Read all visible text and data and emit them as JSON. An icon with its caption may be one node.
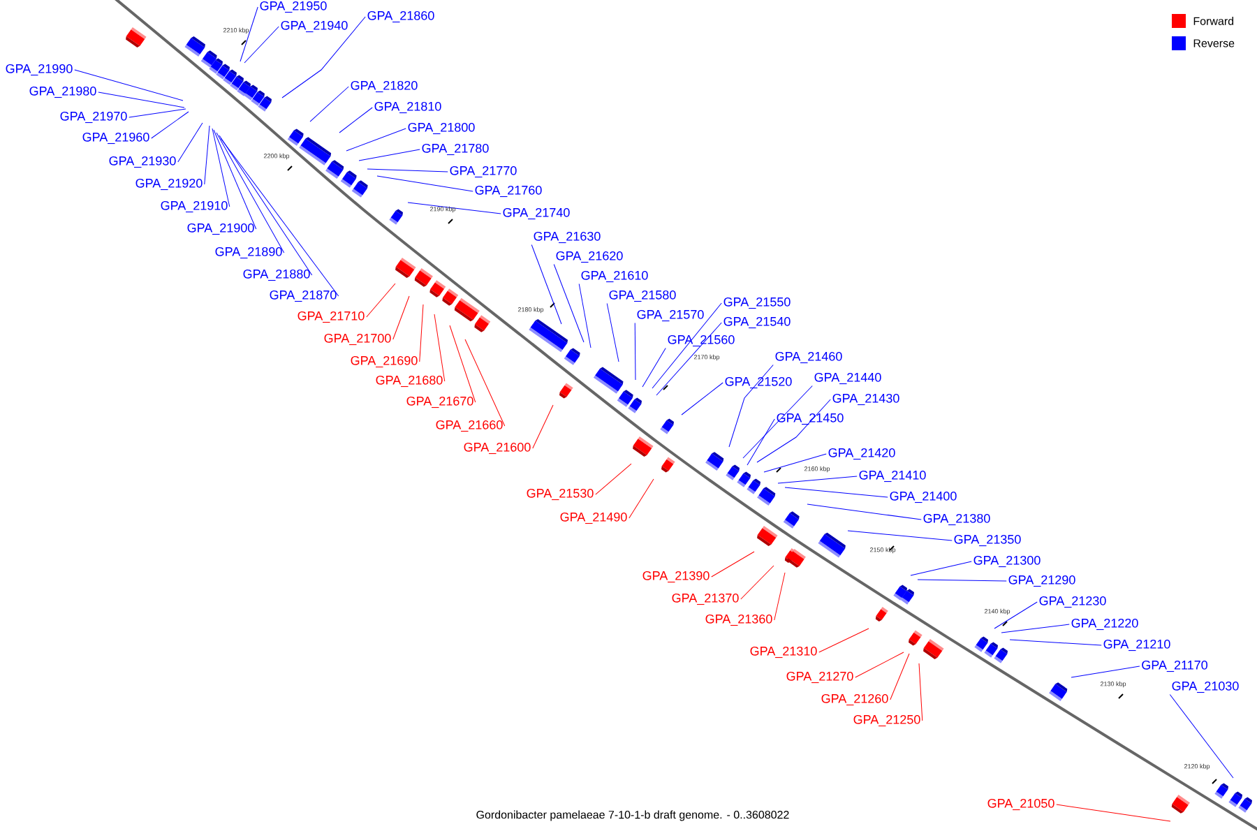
{
  "diagram": {
    "caption": "Gordonibacter pamelaeae 7-10-1-b draft genome. - 0..3608022",
    "nodes": [
      {
        "text": [
          "GPA_21950"
        ]
      },
      {
        "text": [
          "GPA_21940"
        ]
      },
      {
        "text": [
          "GPA_21860"
        ]
      },
      {
        "text": [
          "GPA_21990"
        ]
      },
      {
        "text": [
          "GPA_21980"
        ]
      },
      {
        "text": [
          "GPA_21970"
        ]
      },
      {
        "text": [
          "GPA_21960"
        ]
      },
      {
        "text": [
          "GPA_21930"
        ]
      },
      {
        "text": [
          "GPA_21920"
        ]
      },
      {
        "text": [
          "GPA_21910"
        ]
      },
      {
        "text": [
          "GPA_21900"
        ]
      },
      {
        "text": [
          "GPA_21890"
        ]
      },
      {
        "text": [
          "GPA_21880"
        ]
      },
      {
        "text": [
          "GPA_21870"
        ]
      },
      {
        "text": [
          "GPA_21820"
        ]
      },
      {
        "text": [
          "GPA_21810"
        ]
      },
      {
        "text": [
          "GPA_21800"
        ]
      },
      {
        "text": [
          "GPA_21780"
        ]
      },
      {
        "text": [
          "GPA_21770"
        ]
      },
      {
        "text": [
          "GPA_21760"
        ]
      },
      {
        "text": [
          "GPA_21740"
        ]
      },
      {
        "text": [
          "GPA_21630"
        ]
      },
      {
        "text": [
          "GPA_21620"
        ]
      },
      {
        "text": [
          "GPA_21610"
        ]
      },
      {
        "text": [
          "GPA_21580"
        ]
      },
      {
        "text": [
          "GPA_21570"
        ]
      },
      {
        "text": [
          "GPA_21550"
        ]
      },
      {
        "text": [
          "GPA_21540"
        ]
      },
      {
        "text": [
          "GPA_21560"
        ]
      },
      {
        "text": [
          "GPA_21520"
        ]
      },
      {
        "text": [
          "GPA_21460"
        ]
      },
      {
        "text": [
          "GPA_21440"
        ]
      },
      {
        "text": [
          "GPA_21430"
        ]
      },
      {
        "text": [
          "GPA_21450"
        ]
      },
      {
        "text": [
          "GPA_21420"
        ]
      },
      {
        "text": [
          "GPA_21410"
        ]
      },
      {
        "text": [
          "GPA_21400"
        ]
      },
      {
        "text": [
          "GPA_21380"
        ]
      },
      {
        "text": [
          "GPA_21350"
        ]
      },
      {
        "text": [
          "GPA_21300"
        ]
      },
      {
        "text": [
          "GPA_21290"
        ]
      },
      {
        "text": [
          "GPA_21230"
        ]
      },
      {
        "text": [
          "GPA_21220"
        ]
      },
      {
        "text": [
          "GPA_21210"
        ]
      },
      {
        "text": [
          "GPA_21170"
        ]
      },
      {
        "text": [
          "GPA_21030"
        ]
      },
      {
        "text": [
          "GPA_21710"
        ]
      },
      {
        "text": [
          "GPA_21700"
        ]
      },
      {
        "text": [
          "GPA_21690"
        ]
      },
      {
        "text": [
          "GPA_21680"
        ]
      },
      {
        "text": [
          "GPA_21670"
        ]
      },
      {
        "text": [
          "GPA_21660"
        ]
      },
      {
        "text": [
          "GPA_21600"
        ]
      },
      {
        "text": [
          "GPA_21530"
        ]
      },
      {
        "text": [
          "GPA_21490"
        ]
      },
      {
        "text": [
          "GPA_21390"
        ]
      },
      {
        "text": [
          "GPA_21370"
        ]
      },
      {
        "text": [
          "GPA_21360"
        ]
      },
      {
        "text": [
          "GPA_21310"
        ]
      },
      {
        "text": [
          "GPA_21270"
        ]
      },
      {
        "text": [
          "GPA_21260"
        ]
      },
      {
        "text": [
          "GPA_21250"
        ]
      },
      {
        "text": [
          "GPA_21050"
        ]
      }
    ],
    "edges": [
      {
        "from": 0,
        "to": null,
        "arrow": "none"
      },
      {
        "from": 1,
        "to": null,
        "arrow": "none"
      },
      {
        "from": 2,
        "to": null,
        "arrow": "none"
      },
      {
        "from": 3,
        "to": null,
        "arrow": "none"
      },
      {
        "from": 4,
        "to": null,
        "arrow": "none"
      },
      {
        "from": 5,
        "to": null,
        "arrow": "none"
      },
      {
        "from": 6,
        "to": null,
        "arrow": "none"
      },
      {
        "from": 7,
        "to": null,
        "arrow": "none"
      },
      {
        "from": 8,
        "to": null,
        "arrow": "none"
      },
      {
        "from": 9,
        "to": null,
        "arrow": "none"
      },
      {
        "from": 10,
        "to": null,
        "arrow": "none"
      },
      {
        "from": 11,
        "to": null,
        "arrow": "none"
      },
      {
        "from": 12,
        "to": null,
        "arrow": "none"
      },
      {
        "from": 13,
        "to": null,
        "arrow": "none"
      },
      {
        "from": 14,
        "to": null,
        "arrow": "none"
      },
      {
        "from": 15,
        "to": null,
        "arrow": "none"
      },
      {
        "from": 16,
        "to": null,
        "arrow": "none"
      },
      {
        "from": 17,
        "to": null,
        "arrow": "none"
      },
      {
        "from": 18,
        "to": null,
        "arrow": "none"
      },
      {
        "from": 19,
        "to": null,
        "arrow": "none"
      },
      {
        "from": 20,
        "to": null,
        "arrow": "none"
      },
      {
        "from": 21,
        "to": null,
        "arrow": "none"
      },
      {
        "from": 22,
        "to": null,
        "arrow": "none"
      },
      {
        "from": 23,
        "to": null,
        "arrow": "none"
      },
      {
        "from": 24,
        "to": null,
        "arrow": "none"
      },
      {
        "from": 25,
        "to": null,
        "arrow": "none"
      },
      {
        "from": 26,
        "to": null,
        "arrow": "none"
      },
      {
        "from": 27,
        "to": null,
        "arrow": "none"
      },
      {
        "from": 28,
        "to": null,
        "arrow": "none"
      },
      {
        "from": 29,
        "to": null,
        "arrow": "none"
      },
      {
        "from": 30,
        "to": null,
        "arrow": "none"
      },
      {
        "from": 31,
        "to": null,
        "arrow": "none"
      },
      {
        "from": 32,
        "to": null,
        "arrow": "none"
      },
      {
        "from": 33,
        "to": null,
        "arrow": "none"
      },
      {
        "from": 34,
        "to": null,
        "arrow": "none"
      },
      {
        "from": 35,
        "to": null,
        "arrow": "none"
      },
      {
        "from": 36,
        "to": null,
        "arrow": "none"
      },
      {
        "from": 37,
        "to": null,
        "arrow": "none"
      },
      {
        "from": 38,
        "to": null,
        "arrow": "none"
      },
      {
        "from": 39,
        "to": null,
        "arrow": "none"
      },
      {
        "from": 40,
        "to": null,
        "arrow": "none"
      },
      {
        "from": 41,
        "to": null,
        "arrow": "none"
      },
      {
        "from": 42,
        "to": null,
        "arrow": "none"
      },
      {
        "from": 43,
        "to": null,
        "arrow": "none"
      },
      {
        "from": 44,
        "to": null,
        "arrow": "none"
      },
      {
        "from": 45,
        "to": null,
        "arrow": "none"
      },
      {
        "from": 46,
        "to": null,
        "arrow": "none",
        "color": "#ff0000"
      },
      {
        "from": 47,
        "to": null,
        "arrow": "none",
        "color": "#ff0000"
      },
      {
        "from": 48,
        "to": null,
        "arrow": "none",
        "color": "#ff0000"
      },
      {
        "from": 49,
        "to": null,
        "arrow": "none",
        "color": "#ff0000"
      },
      {
        "from": 50,
        "to": null,
        "arrow": "none",
        "color": "#ff0000"
      },
      {
        "from": 51,
        "to": null,
        "arrow": "none",
        "color": "#ff0000"
      },
      {
        "from": 52,
        "to": null,
        "arrow": "none",
        "color": "#ff0000"
      },
      {
        "from": 53,
        "to": null,
        "arrow": "none",
        "color": "#ff0000"
      },
      {
        "from": 54,
        "to": null,
        "arrow": "none",
        "color": "#ff0000"
      },
      {
        "from": 55,
        "to": null,
        "arrow": "none",
        "color": "#ff0000"
      },
      {
        "from": 56,
        "to": null,
        "arrow": "none",
        "color": "#ff0000"
      },
      {
        "from": 57,
        "to": null,
        "arrow": "none",
        "color": "#ff0000"
      },
      {
        "from": 58,
        "to": null,
        "arrow": "none",
        "color": "#ff0000"
      },
      {
        "from": 59,
        "to": null,
        "arrow": "none",
        "color": "#ff0000"
      },
      {
        "from": 60,
        "to": null,
        "arrow": "none",
        "color": "#ff0000"
      },
      {
        "from": 61,
        "to": null,
        "arrow": "none",
        "color": "#ff0000"
      },
      {
        "from": 62,
        "to": null,
        "arrow": "none",
        "color": "#ff0000"
      }
    ],
    "labels": [
      "2210 kbp",
      "2200 kbp",
      "2190 kbp",
      "2180 kbp",
      "2170 kbp",
      "2160 kbp",
      "2150 kbp",
      "2140 kbp",
      "2130 kbp",
      "2120 kbp"
    ],
    "legend": [
      {
        "text": "Forward",
        "color": "#ff0000"
      },
      {
        "text": "Reverse",
        "color": "#0000ff"
      }
    ]
  }
}
